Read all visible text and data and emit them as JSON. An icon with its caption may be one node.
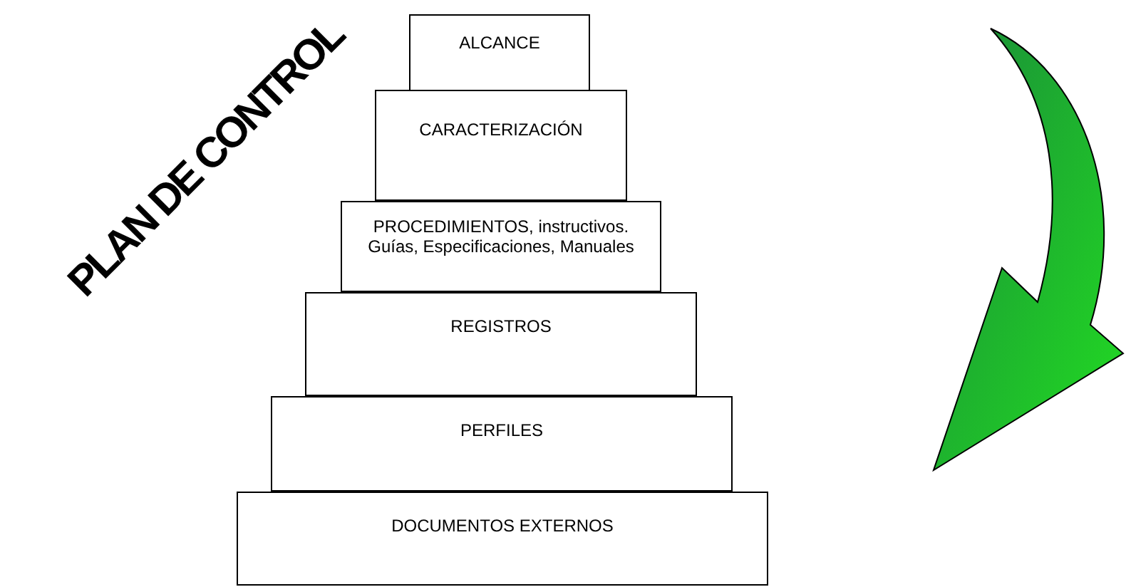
{
  "diagram": {
    "nodes": [
      {
        "text": [
          "ALCANCE"
        ]
      },
      {
        "text": [
          "CARACTERIZACIÓN"
        ]
      },
      {
        "text": [
          "PROCEDIMIENTOS, instructivos. Guías, Especificaciones, Manuales"
        ]
      },
      {
        "text": [
          "REGISTROS"
        ]
      },
      {
        "text": [
          "PERFILES"
        ]
      },
      {
        "text": [
          "DOCUMENTOS EXTERNOS"
        ]
      }
    ],
    "labels": [
      "PLAN DE CONTROL"
    ]
  }
}
